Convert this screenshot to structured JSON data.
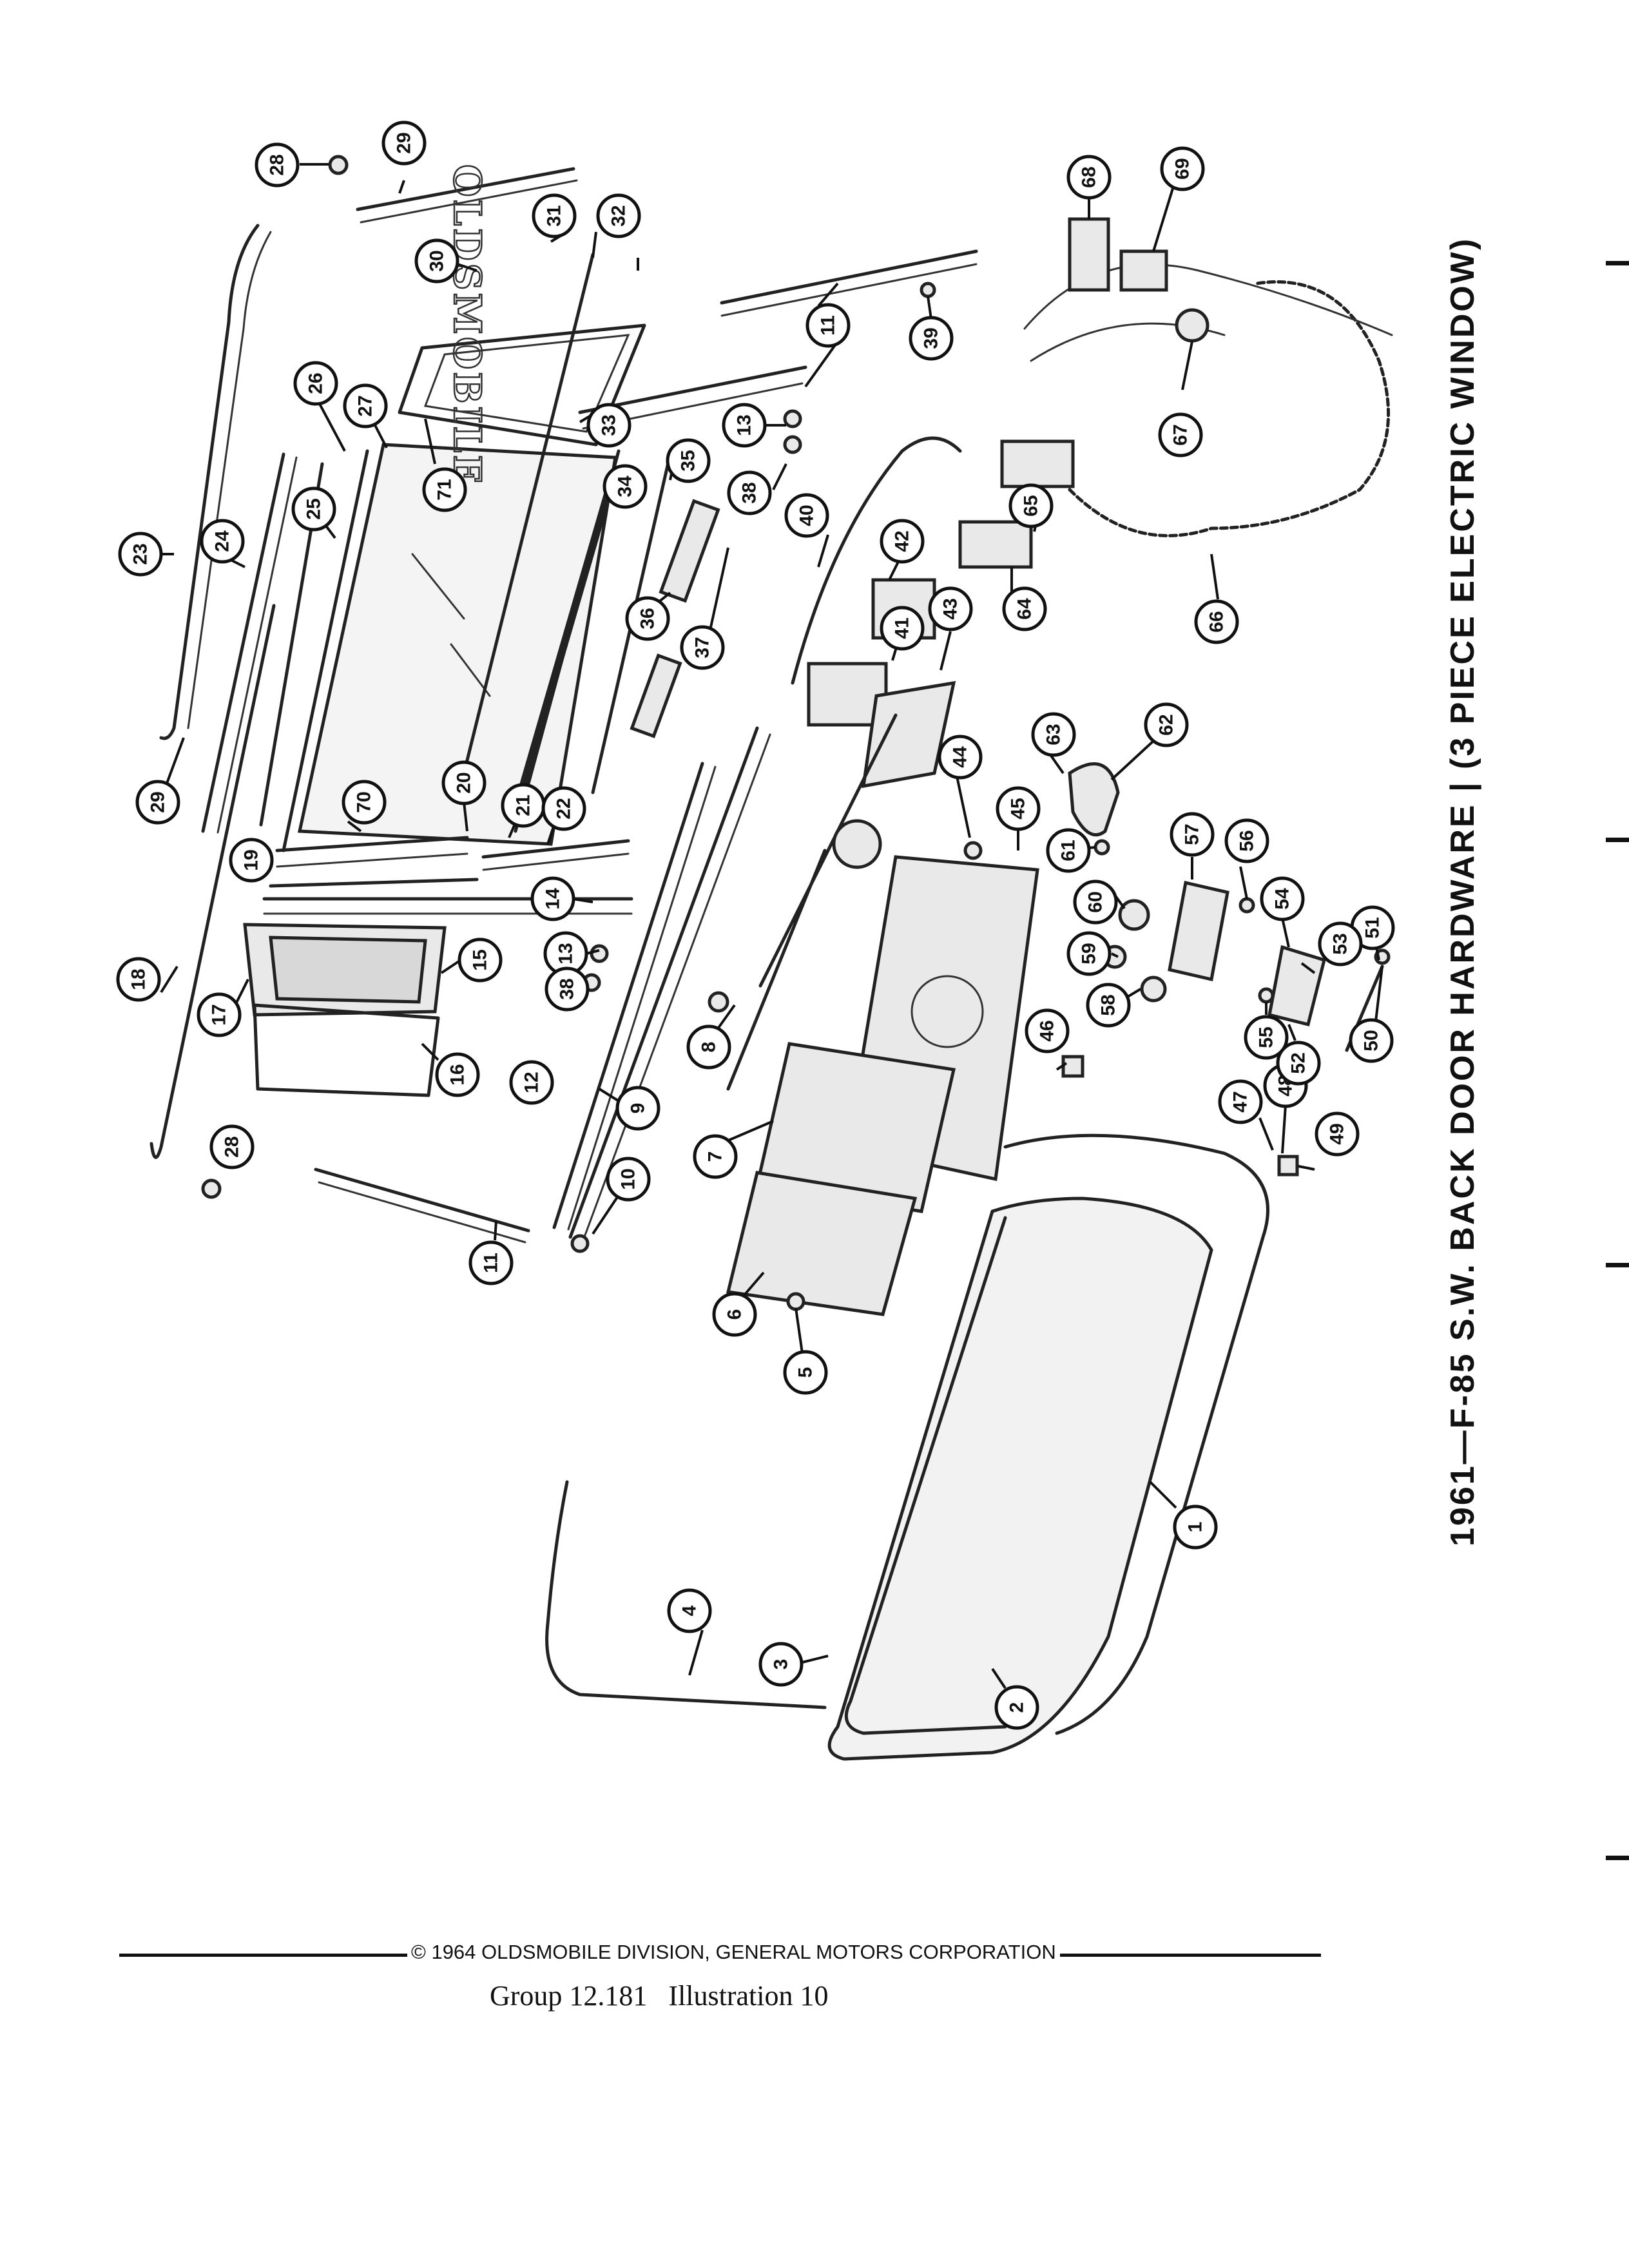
{
  "title": "1961—F-85 S.W. BACK DOOR HARDWARE | (3 PIECE ELECTRIC WINDOW)",
  "emblem_text": "OLDSMOBILE",
  "copyright": "© 1964 OLDSMOBILE DIVISION, GENERAL MOTORS CORPORATION",
  "caption": "Group 12.181   Illustration 10",
  "callouts": [
    "1",
    "2",
    "3",
    "4",
    "5",
    "6",
    "7",
    "8",
    "9",
    "10",
    "11",
    "12",
    "13",
    "14",
    "15",
    "16",
    "17",
    "18",
    "19",
    "20",
    "21",
    "22",
    "23",
    "24",
    "25",
    "26",
    "27",
    "28",
    "29",
    "30",
    "31",
    "32",
    "33",
    "34",
    "35",
    "36",
    "37",
    "38",
    "39",
    "40",
    "41",
    "42",
    "43",
    "44",
    "45",
    "46",
    "47",
    "48",
    "49",
    "50",
    "51",
    "52",
    "53",
    "54",
    "55",
    "56",
    "57",
    "58",
    "59",
    "60",
    "61",
    "62",
    "63",
    "64",
    "65",
    "66",
    "67",
    "68",
    "69",
    "70",
    "71"
  ],
  "colors": {
    "ink": "#111111",
    "paper": "#ffffff"
  }
}
